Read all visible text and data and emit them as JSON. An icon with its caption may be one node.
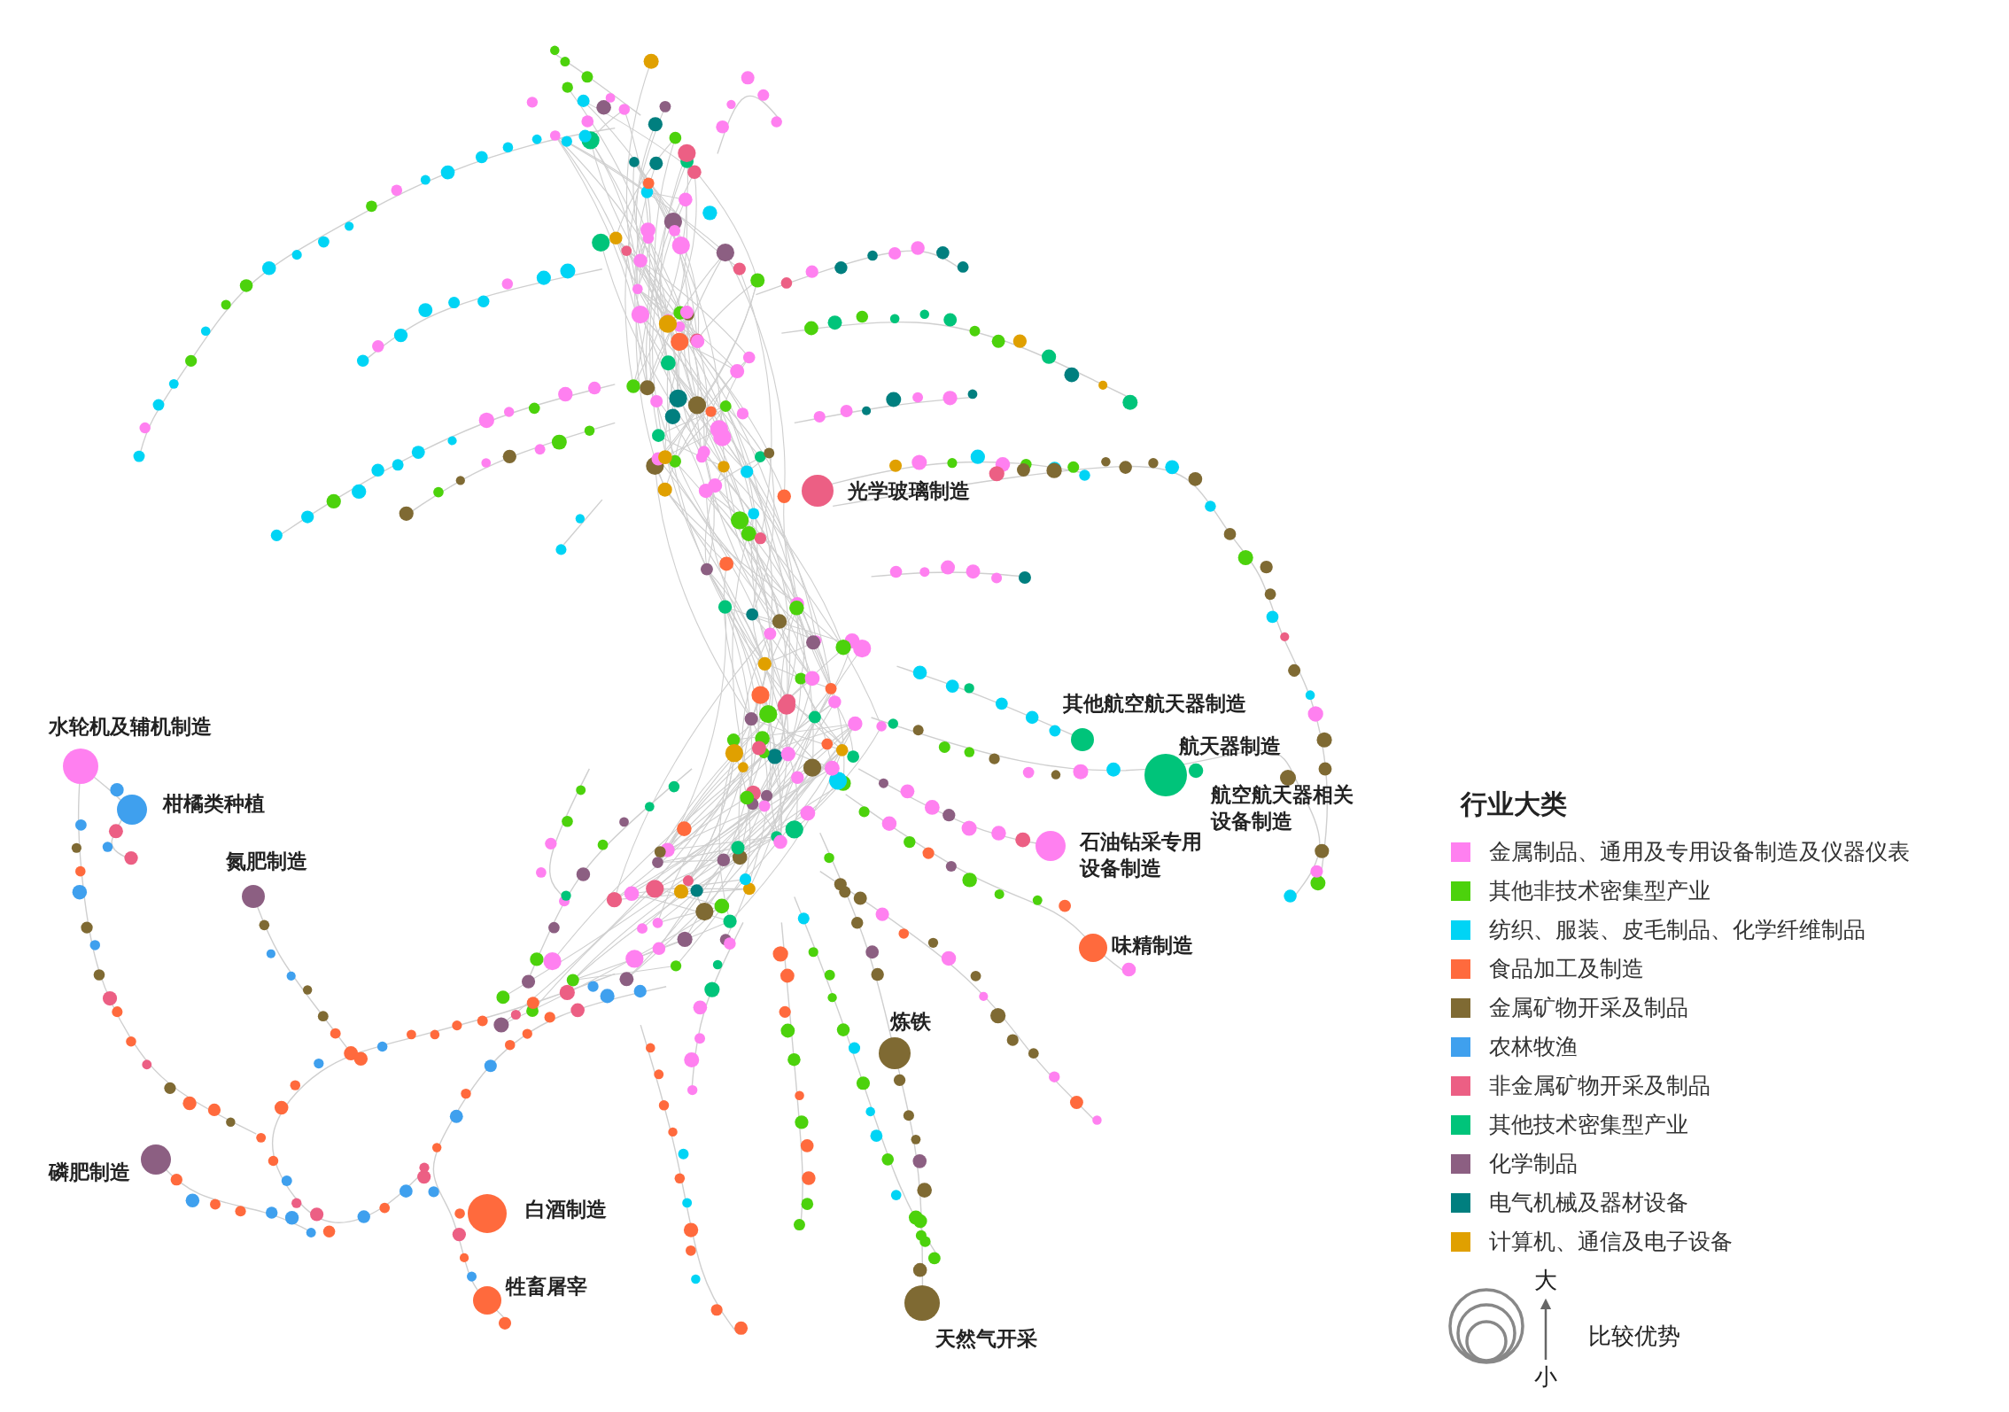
{
  "diagram": {
    "nodes": [
      {
        "text": [
          "光学玻璃制造"
        ]
      },
      {
        "text": [
          "其他航空航天器制造"
        ]
      },
      {
        "text": [
          "航天器制造"
        ]
      },
      {
        "text": [
          "航空航天器相关设备制造"
        ]
      },
      {
        "text": [
          "石油钻采专用设备制造"
        ]
      },
      {
        "text": [
          "味精制造"
        ]
      },
      {
        "text": [
          "炼铁"
        ]
      },
      {
        "text": [
          "天然气开采"
        ]
      },
      {
        "text": [
          "白酒制造"
        ]
      },
      {
        "text": [
          "牲畜屠宰"
        ]
      },
      {
        "text": [
          "磷肥制造"
        ]
      },
      {
        "text": [
          "氮肥制造"
        ]
      },
      {
        "text": [
          "柑橘类种植"
        ]
      },
      {
        "text": [
          "水轮机及辅机制造"
        ]
      }
    ],
    "labels": [
      "行业大类",
      "大",
      "小",
      "比较优势"
    ],
    "legend": [
      {
        "text": "金属制品、通用及专用设备制造及仪器仪表",
        "color": "#ff80f0"
      },
      {
        "text": "其他非技术密集型产业",
        "color": "#4cd20c"
      },
      {
        "text": "纺织、服装、皮毛制品、化学纤维制品",
        "color": "#00d4f5"
      },
      {
        "text": "食品加工及制造",
        "color": "#ff6a3d"
      },
      {
        "text": "金属矿物开采及制品",
        "color": "#7f6a33"
      },
      {
        "text": "农林牧渔",
        "color": "#3fa0ee"
      },
      {
        "text": "非金属矿物开采及制品",
        "color": "#ec5f84"
      },
      {
        "text": "其他技术密集型产业",
        "color": "#00c47a"
      },
      {
        "text": "化学制品",
        "color": "#8c5f82"
      },
      {
        "text": "电气机械及器材设备",
        "color": "#007f7f"
      },
      {
        "text": "计算机、通信及电子设备",
        "color": "#e0a000"
      }
    ]
  }
}
